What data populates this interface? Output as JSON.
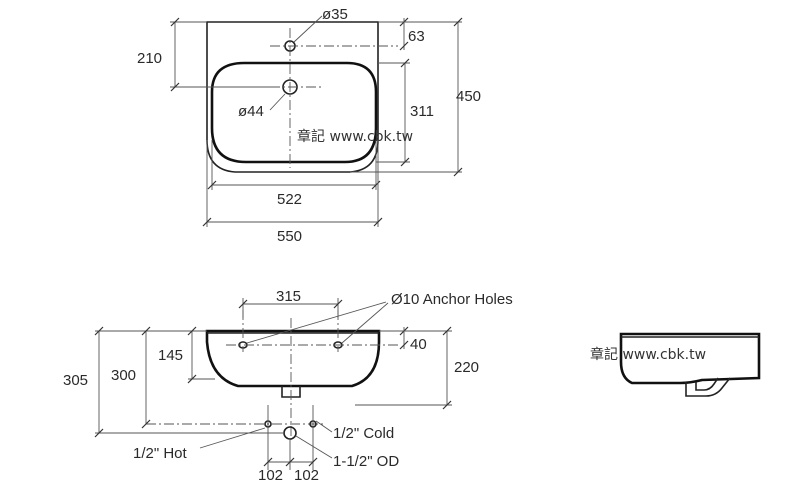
{
  "top_view": {
    "hole_tap": "ø35",
    "tap_offset": "63",
    "depth_to_waste": "210",
    "waste_hole": "ø44",
    "bowl_depth": "311",
    "overall_depth": "450",
    "bowl_width": "522",
    "overall_width": "550"
  },
  "front_view": {
    "anchor_spacing": "315",
    "anchor_holes": "Ø10 Anchor Holes",
    "anchor_height": "40",
    "rim_to_anchor": "145",
    "height_a": "300",
    "height_b": "305",
    "height_c": "220",
    "cold_label": "1/2\" Cold",
    "hot_label": "1/2\" Hot",
    "waste_label": "1-1/2\" OD",
    "offset_left": "102",
    "offset_right": "102"
  },
  "watermarks": [
    "章記 www.cbk.tw",
    "章記 www.cbk.tw"
  ]
}
